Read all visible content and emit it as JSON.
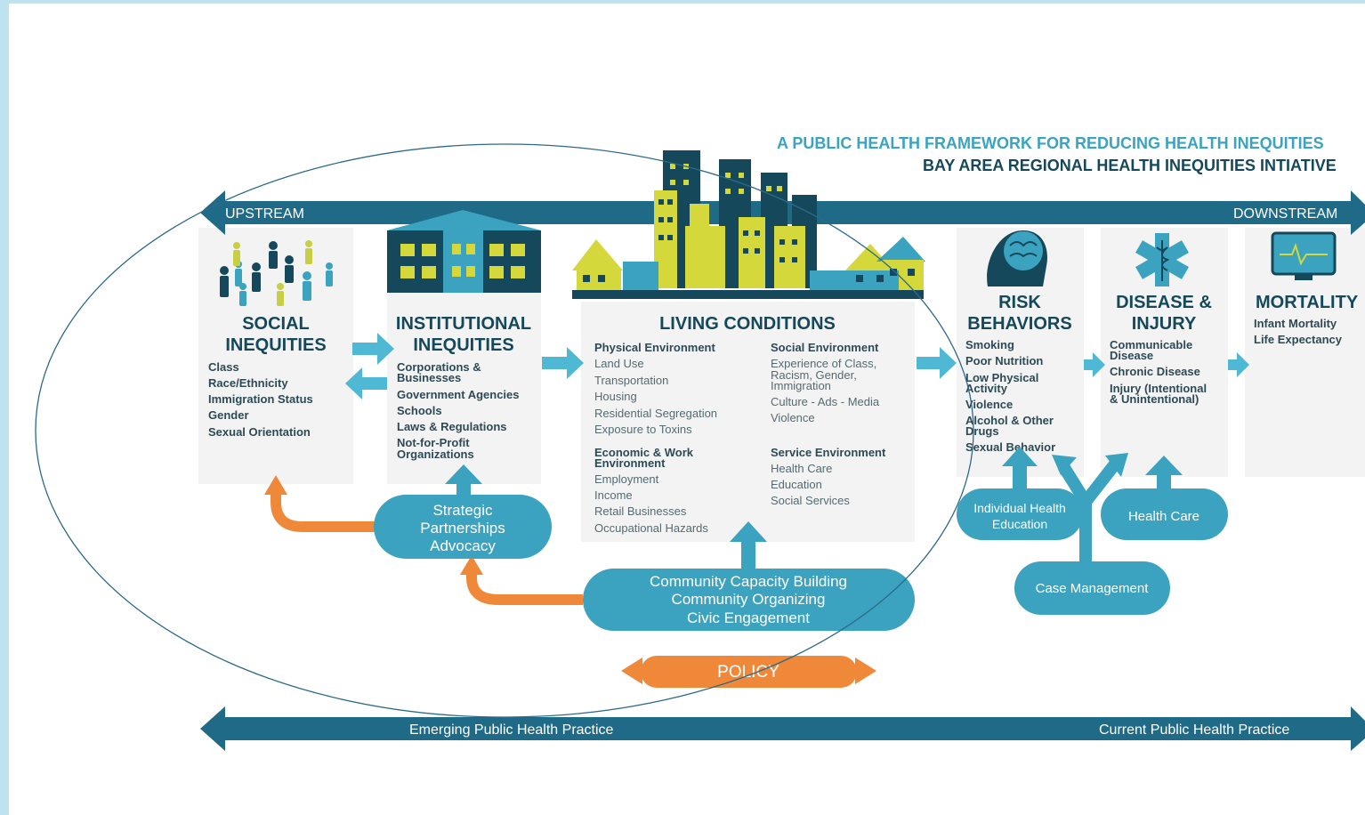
{
  "title": {
    "line1": "A PUBLIC HEALTH FRAMEWORK FOR REDUCING HEALTH INEQUITIES",
    "line2": "BAY AREA REGIONAL HEALTH INEQUITIES INTIATIVE"
  },
  "stream": {
    "upstream": "UPSTREAM",
    "downstream": "DOWNSTREAM"
  },
  "practice": {
    "emerging": "Emerging Public Health Practice",
    "current": "Current Public Health Practice"
  },
  "columns": {
    "social": {
      "heading": [
        "SOCIAL",
        "INEQUITIES"
      ],
      "items": [
        "Class",
        "Race/Ethnicity",
        "Immigration Status",
        "Gender",
        "Sexual Orientation"
      ]
    },
    "institutional": {
      "heading": [
        "INSTITUTIONAL",
        "INEQUITIES"
      ],
      "items": [
        "Corporations &",
        "Businesses",
        "Government Agencies",
        "Schools",
        "Laws & Regulations",
        "Not-for-Profit",
        "Organizations"
      ]
    },
    "living": {
      "heading": "LIVING CONDITIONS",
      "physical": {
        "title": "Physical Environment",
        "items": [
          "Land Use",
          "Transportation",
          "Housing",
          "Residential Segregation",
          "Exposure to Toxins"
        ]
      },
      "economic": {
        "title": [
          "Economic & Work",
          "Environment"
        ],
        "items": [
          "Employment",
          "Income",
          "Retail Businesses",
          "Occupational Hazards"
        ]
      },
      "social_env": {
        "title": "Social Environment",
        "items": [
          "Experience of Class,",
          "Racism, Gender,",
          "Immigration",
          "Culture - Ads - Media",
          "Violence"
        ]
      },
      "service": {
        "title": "Service Environment",
        "items": [
          "Health Care",
          "Education",
          "Social Services"
        ]
      }
    },
    "risk": {
      "heading": [
        "RISK",
        "BEHAVIORS"
      ],
      "items": [
        "Smoking",
        "Poor Nutrition",
        "Low Physical",
        "Activity",
        "Violence",
        "Alcohol & Other",
        "Drugs",
        "Sexual Behavior"
      ]
    },
    "disease": {
      "heading": [
        "DISEASE &",
        "INJURY"
      ],
      "items": [
        "Communicable",
        "Disease",
        "Chronic Disease",
        "Injury (Intentional",
        "& Unintentional)"
      ]
    },
    "mortality": {
      "heading": "MORTALITY",
      "items": [
        "Infant Mortality",
        "Life Expectancy"
      ]
    }
  },
  "interventions": {
    "strategic": [
      "Strategic",
      "Partnerships",
      "Advocacy"
    ],
    "community": [
      "Community Capacity Building",
      "Community Organizing",
      "Civic Engagement"
    ],
    "health_ed": [
      "Individual Health",
      "Education"
    ],
    "health_care": "Health Care",
    "case_mgmt": "Case Management",
    "policy": "POLICY"
  },
  "colors": {
    "teal_dark": "#1f6a87",
    "teal": "#3ba3bf",
    "arrow": "#4fb8d5",
    "orange": "#f0883a",
    "navy": "#15485a",
    "yellow": "#d4d83a",
    "panel": "#f3f3f3"
  }
}
